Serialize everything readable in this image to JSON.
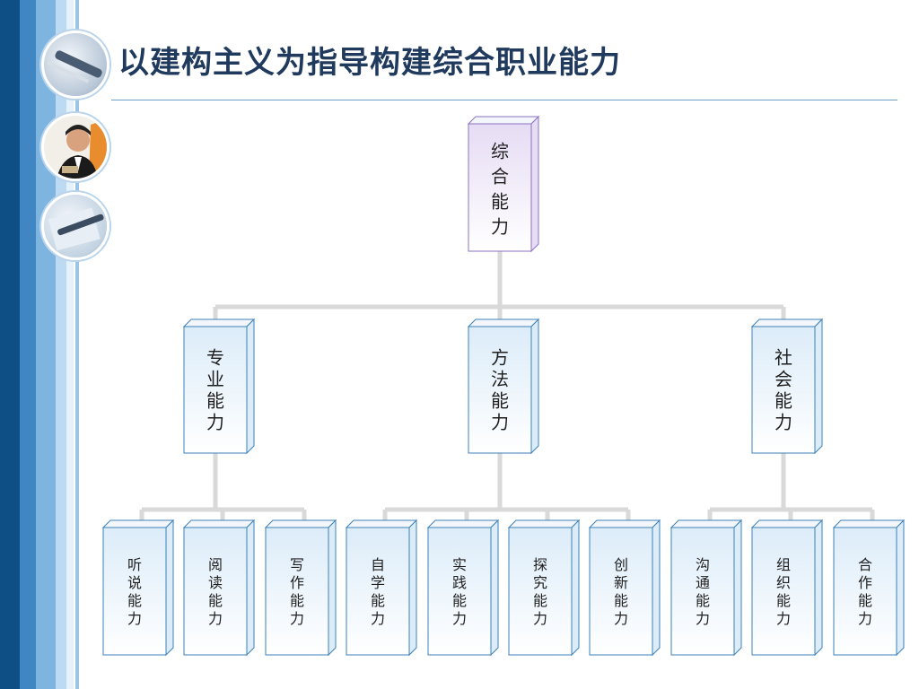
{
  "title": "以建构主义为指导构建综合职业能力",
  "colors": {
    "root_fill": "#e6dcf4",
    "root_border": "#8e72c0",
    "node_fill": "#dcecf9",
    "node_border": "#3c82b8",
    "connector": "#d9d9d9",
    "title": "#1f3a5c"
  },
  "root": {
    "label": "综合能力"
  },
  "branches": [
    {
      "label": "专业能力",
      "children": [
        "听说能力",
        "阅读能力",
        "写作能力"
      ]
    },
    {
      "label": "方法能力",
      "children": [
        "自学能力",
        "实践能力",
        "探究能力",
        "创新能力"
      ]
    },
    {
      "label": "社会能力",
      "children": [
        "沟通能力",
        "组织能力",
        "合作能力"
      ]
    }
  ],
  "photos": [
    "pen-photo-icon",
    "man-portrait-photo",
    "pen-document-photo-icon"
  ]
}
